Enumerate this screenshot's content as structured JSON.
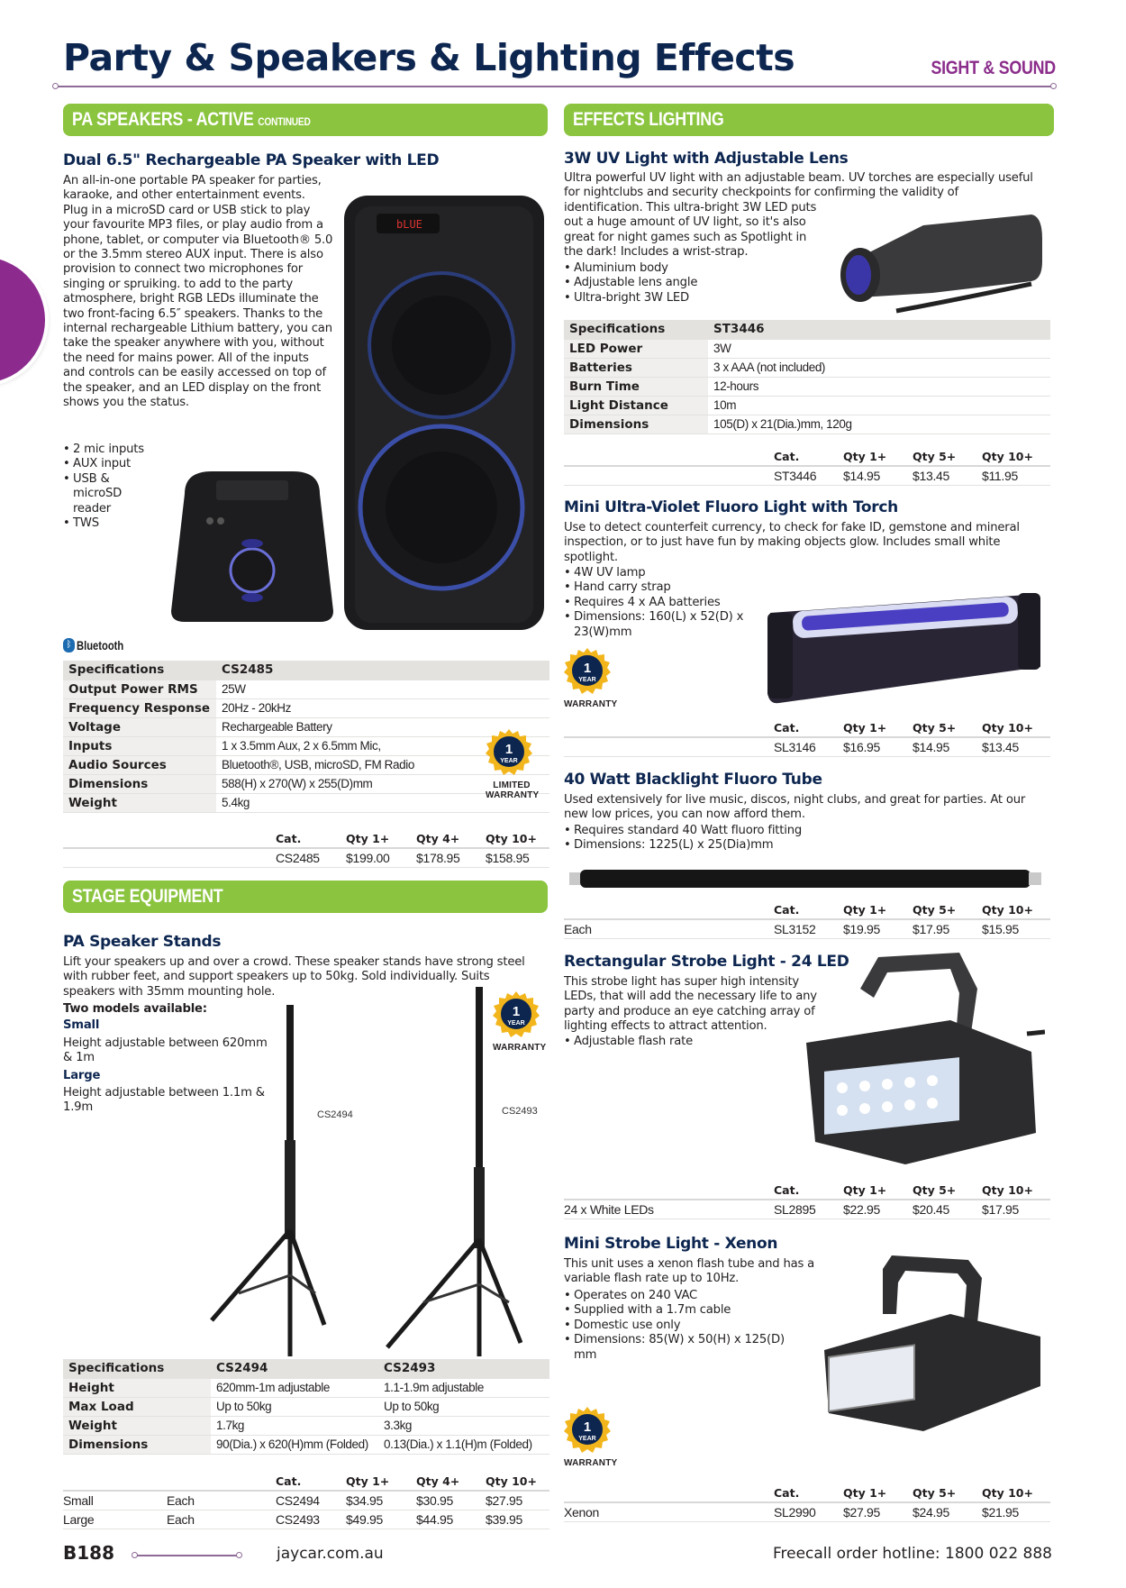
{
  "header": {
    "title": "Party & Speakers & Lighting Effects",
    "section": "SIGHT & SOUND"
  },
  "colors": {
    "title": "#0d2650",
    "section": "#8b2d8b",
    "banner": "#8bc43f",
    "side_tab": "#8c2a8e"
  },
  "left": {
    "banner1": {
      "main": "PA SPEAKERS - ACTIVE",
      "suffix": "CONTINUED"
    },
    "speaker": {
      "title": "Dual 6.5\" Rechargeable PA Speaker with LED",
      "description": "An all-in-one portable PA speaker for parties, karaoke, and other entertainment events. Plug in a microSD card or USB stick to play your favourite MP3 files, or play audio from a phone, tablet, or computer via Bluetooth® 5.0 or the 3.5mm stereo AUX input. There is also provision to connect two microphones for singing or spruiking. to add to the party atmosphere, bright RGB LEDs illuminate the two front-facing 6.5″ speakers. Thanks to the internal rechargeable Lithium battery, you can take the speaker anywhere with you, without the need for mains power. All of the inputs and controls can be easily accessed on top of the speaker, and an LED display on the front shows you the status.",
      "bullets": [
        "2 mic inputs",
        "AUX input",
        "USB & microSD reader",
        "TWS"
      ],
      "display_text": "bLUE",
      "bluetooth_logo": "Bluetooth",
      "specs": {
        "header": [
          "Specifications",
          "CS2485"
        ],
        "rows": [
          [
            "Output Power RMS",
            "25W"
          ],
          [
            "Frequency Response",
            "20Hz - 20kHz"
          ],
          [
            "Voltage",
            "Rechargeable Battery"
          ],
          [
            "Inputs",
            "1 x 3.5mm Aux, 2 x 6.5mm Mic,"
          ],
          [
            "Audio Sources",
            "Bluetooth®, USB, microSD, FM Radio"
          ],
          [
            "Dimensions",
            "588(H) x 270(W) x 255(D)mm"
          ],
          [
            "Weight",
            "5.4kg"
          ]
        ]
      },
      "warranty": {
        "number": "1",
        "unit": "YEAR",
        "label_1": "LIMITED",
        "label_2": "WARRANTY"
      },
      "pricing": {
        "headers": [
          "Cat.",
          "Qty 1+",
          "Qty 4+",
          "Qty 10+"
        ],
        "rows": [
          [
            "",
            "",
            "CS2485",
            "$199.00",
            "$178.95",
            "$158.95"
          ]
        ]
      }
    },
    "banner2": {
      "main": "STAGE EQUIPMENT"
    },
    "stands": {
      "title": "PA Speaker Stands",
      "description": "Lift your speakers up and over a crowd. These speaker stands have strong steel with rubber feet, and support speakers up to 50kg. Sold individually. Suits speakers with 35mm mounting hole.",
      "models_heading": "Two models available:",
      "small_label": "Small",
      "small_text": "Height adjustable between 620mm & 1m",
      "large_label": "Large",
      "large_text": "Height adjustable between 1.1m & 1.9m",
      "img_label_small": "CS2494",
      "img_label_large": "CS2493",
      "warranty": {
        "number": "1",
        "unit": "YEAR",
        "label": "WARRANTY"
      },
      "specs": {
        "header": [
          "Specifications",
          "CS2494",
          "CS2493"
        ],
        "rows": [
          [
            "Height",
            "620mm-1m adjustable",
            "1.1-1.9m adjustable"
          ],
          [
            "Max Load",
            "Up to 50kg",
            "Up to 50kg"
          ],
          [
            "Weight",
            "1.7kg",
            "3.3kg"
          ],
          [
            "Dimensions",
            "90(Dia.) x 620(H)mm (Folded)",
            "0.13(Dia.) x 1.1(H)m (Folded)"
          ]
        ]
      },
      "pricing": {
        "headers": [
          "Cat.",
          "Qty 1+",
          "Qty 4+",
          "Qty 10+"
        ],
        "rows": [
          [
            "Small",
            "Each",
            "CS2494",
            "$34.95",
            "$30.95",
            "$27.95"
          ],
          [
            "Large",
            "Each",
            "CS2493",
            "$49.95",
            "$44.95",
            "$39.95"
          ]
        ]
      }
    }
  },
  "right": {
    "banner": {
      "main": "EFFECTS LIGHTING"
    },
    "uv_light": {
      "title": "3W UV Light with Adjustable Lens",
      "description_1": "Ultra powerful UV light with an adjustable beam. UV torches are especially useful for nightclubs and security checkpoints for confirming the validity of",
      "description_2": "identification. This ultra-bright 3W LED puts out a huge amount of UV light, so it's also great for night games such as Spotlight in the dark! Includes a wrist-strap.",
      "bullets": [
        "Aluminium body",
        "Adjustable lens angle",
        "Ultra-bright 3W LED"
      ],
      "specs": {
        "header": [
          "Specifications",
          "ST3446"
        ],
        "rows": [
          [
            "LED Power",
            "3W"
          ],
          [
            "Batteries",
            "3 x AAA (not included)"
          ],
          [
            "Burn Time",
            "12-hours"
          ],
          [
            "Light Distance",
            "10m"
          ],
          [
            "Dimensions",
            "105(D) x 21(Dia.)mm, 120g"
          ]
        ]
      },
      "pricing": {
        "headers": [
          "Cat.",
          "Qty 1+",
          "Qty 5+",
          "Qty 10+"
        ],
        "rows": [
          [
            "",
            "ST3446",
            "$14.95",
            "$13.45",
            "$11.95"
          ]
        ]
      }
    },
    "fluoro_torch": {
      "title": "Mini Ultra-Violet Fluoro Light with Torch",
      "description": "Use to detect counterfeit currency, to check for fake ID, gemstone and mineral inspection, or to just have fun by making objects glow. Includes small white spotlight.",
      "bullets": [
        "4W UV lamp",
        "Hand carry strap",
        "Requires 4 x AA batteries",
        "Dimensions: 160(L) x 52(D) x 23(W)mm"
      ],
      "warranty": {
        "number": "1",
        "unit": "YEAR",
        "label": "WARRANTY"
      },
      "pricing": {
        "headers": [
          "Cat.",
          "Qty 1+",
          "Qty 5+",
          "Qty 10+"
        ],
        "rows": [
          [
            "",
            "SL3146",
            "$16.95",
            "$14.95",
            "$13.45"
          ]
        ]
      }
    },
    "blacklight": {
      "title": "40 Watt Blacklight Fluoro Tube",
      "description": "Used extensively for live music, discos, night clubs, and great for parties. At our new low prices, you can now afford them.",
      "bullets": [
        "Requires standard 40 Watt fluoro fitting",
        "Dimensions: 1225(L) x 25(Dia)mm"
      ],
      "pricing": {
        "headers": [
          "Cat.",
          "Qty 1+",
          "Qty 5+",
          "Qty 10+"
        ],
        "rows": [
          [
            "Each",
            "SL3152",
            "$19.95",
            "$17.95",
            "$15.95"
          ]
        ]
      }
    },
    "strobe_led": {
      "title": "Rectangular Strobe Light - 24 LED",
      "description": "This strobe light has super high intensity LEDs, that will add the necessary life to any party and produce an eye catching array of lighting effects to attract attention.",
      "bullets": [
        "Adjustable flash rate"
      ],
      "pricing": {
        "headers": [
          "Cat.",
          "Qty 1+",
          "Qty 5+",
          "Qty 10+"
        ],
        "rows": [
          [
            "24 x White LEDs",
            "SL2895",
            "$22.95",
            "$20.45",
            "$17.95"
          ]
        ]
      }
    },
    "strobe_xenon": {
      "title": "Mini Strobe Light - Xenon",
      "description": "This unit uses a xenon flash tube and has a variable flash rate up to 10Hz.",
      "bullets": [
        "Operates on 240 VAC",
        "Supplied with a 1.7m cable",
        "Domestic use only",
        "Dimensions: 85(W) x 50(H) x 125(D) mm"
      ],
      "warranty": {
        "number": "1",
        "unit": "YEAR",
        "label": "WARRANTY"
      },
      "pricing": {
        "headers": [
          "Cat.",
          "Qty 1+",
          "Qty 5+",
          "Qty 10+"
        ],
        "rows": [
          [
            "Xenon",
            "SL2990",
            "$27.95",
            "$24.95",
            "$21.95"
          ]
        ]
      }
    }
  },
  "footer": {
    "page_number": "B188",
    "website": "jaycar.com.au",
    "hotline": "Freecall order hotline: 1800 022 888"
  }
}
